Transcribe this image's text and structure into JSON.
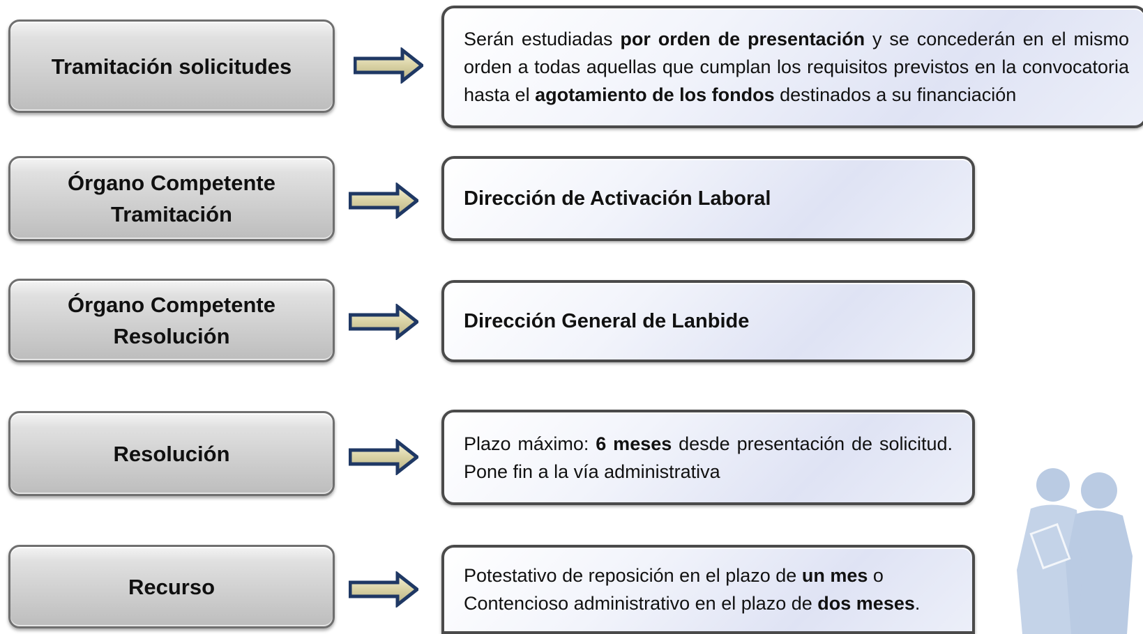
{
  "rows": [
    {
      "label": "Tramitación solicitudes",
      "content": [
        {
          "t": "Serán estudiadas ",
          "b": false
        },
        {
          "t": "por orden de presentación",
          "b": true
        },
        {
          "t": " y se concederán en el mismo orden a todas aquellas que cumplan los requisitos previstos en la convocatoria hasta el ",
          "b": false
        },
        {
          "t": "agotamiento de los fondos",
          "b": true
        },
        {
          "t": " destinados a su financiación",
          "b": false
        }
      ]
    },
    {
      "label_lines": [
        "Órgano Competente",
        "Tramitación"
      ],
      "content": "Dirección de Activación Laboral"
    },
    {
      "label_lines": [
        "Órgano Competente",
        "Resolución"
      ],
      "content": "Dirección General de Lanbide"
    },
    {
      "label": "Resolución",
      "content": [
        {
          "t": "Plazo máximo: ",
          "b": false
        },
        {
          "t": "6 meses",
          "b": true
        },
        {
          "t": " desde presentación de solicitud. Pone fin a la vía administrativa",
          "b": false
        }
      ]
    },
    {
      "label": "Recurso",
      "content": [
        {
          "t": "Potestativo de reposición en el plazo de ",
          "b": false
        },
        {
          "t": "un mes",
          "b": true
        },
        {
          "t": " o ",
          "b": false
        },
        {
          "t": "Contencioso administrativo en el plazo de ",
          "b": false
        },
        {
          "t": "dos meses",
          "b": true
        },
        {
          "t": ".",
          "b": false
        }
      ]
    }
  ],
  "colors": {
    "arrow_fill": "#e6e0b8",
    "arrow_stroke": "#1f3864",
    "silhouette": "#b3c6e0"
  },
  "decoration": {
    "silhouette_icon": "people-silhouette-icon"
  }
}
